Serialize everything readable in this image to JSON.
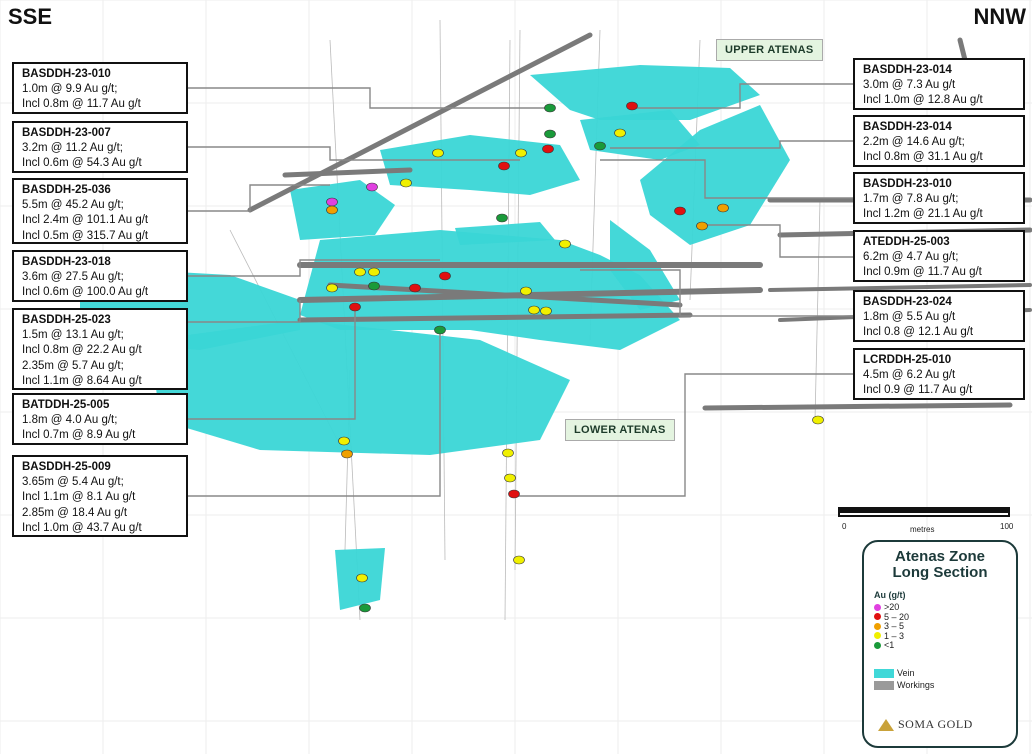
{
  "orientation": {
    "left": "SSE",
    "right": "NNW"
  },
  "zones": {
    "upper": "UPPER ATENAS",
    "lower": "LOWER ATENAS"
  },
  "callouts_left": [
    {
      "hole": "BASDDH-23-010",
      "lines": [
        "1.0m @ 9.9 Au g/t;",
        "Incl 0.8m @ 11.7 Au g/t"
      ]
    },
    {
      "hole": "BASDDH-23-007",
      "lines": [
        "3.2m @ 11.2 Au g/t;",
        "Incl 0.6m @ 54.3 Au g/t"
      ]
    },
    {
      "hole": "BASDDH-25-036",
      "lines": [
        "5.5m @ 45.2 Au g/t;",
        "Incl 2.4m @ 101.1 Au g/t",
        "Incl 0.5m @ 315.7 Au g/t"
      ]
    },
    {
      "hole": "BASDDH-23-018",
      "lines": [
        "3.6m @ 27.5 Au g/t;",
        "Incl 0.6m @ 100.0 Au g/t"
      ]
    },
    {
      "hole": "BASDDH-25-023",
      "lines": [
        "1.5m @ 13.1 Au g/t;",
        "Incl 0.8m @ 22.2 Au g/t",
        "2.35m @ 5.7 Au g/t;",
        "Incl 1.1m @ 8.64 Au g/t"
      ]
    },
    {
      "hole": "BATDDH-25-005",
      "lines": [
        "1.8m @ 4.0 Au g/t;",
        "Incl 0.7m @ 8.9 Au g/t"
      ]
    },
    {
      "hole": "BASDDH-25-009",
      "lines": [
        "3.65m @ 5.4 Au g/t;",
        "Incl 1.1m @ 8.1 Au g/t",
        "2.85m @ 18.4 Au g/t",
        "Incl 1.0m @ 43.7 Au g/t"
      ]
    }
  ],
  "callouts_right": [
    {
      "hole": "BASDDH-23-014",
      "lines": [
        "3.0m @ 7.3 Au g/t",
        "Incl 1.0m @ 12.8 Au g/t"
      ]
    },
    {
      "hole": "BASDDH-23-014",
      "lines": [
        "2.2m @ 14.6 Au g/t;",
        "Incl 0.8m @ 31.1 Au g/t"
      ]
    },
    {
      "hole": "BASDDH-23-010",
      "lines": [
        "1.7m @ 7.8 Au g/t;",
        "Incl 1.2m @ 21.1 Au g/t"
      ]
    },
    {
      "hole": "ATEDDH-25-003",
      "lines": [
        "6.2m @ 4.7 Au g/t;",
        "Incl 0.9m @ 11.7 Au g/t"
      ]
    },
    {
      "hole": "BASDDH-23-024",
      "lines": [
        "1.8m @ 5.5 Au g/t",
        "Incl 0.8 @ 12.1 Au g/t"
      ]
    },
    {
      "hole": "LCRDDH-25-010",
      "lines": [
        "4.5m @ 6.2 Au g/t",
        "Incl 0.9 @ 11.7 Au g/t"
      ]
    }
  ],
  "scale": {
    "start": "0",
    "end": "100",
    "unit": "metres"
  },
  "legend": {
    "title_line1": "Atenas Zone",
    "title_line2": "Long Section",
    "grade_header": "Au (g/t)",
    "grades": [
      {
        "label": ">20",
        "color": "#e040e0"
      },
      {
        "label": "5 – 20",
        "color": "#e01010"
      },
      {
        "label": "3 – 5",
        "color": "#f0a000"
      },
      {
        "label": "1 – 3",
        "color": "#f0f000"
      },
      {
        "label": "<1",
        "color": "#1a9a3a"
      }
    ],
    "materials": [
      {
        "label": "Vein",
        "color": "#40d8d8"
      },
      {
        "label": "Workings",
        "color": "#9a9a9a"
      }
    ],
    "brand": "SOMA GOLD"
  },
  "colors": {
    "vein": "#3ad6d6",
    "workings": "#7a7a7a",
    "leader": "#888888"
  }
}
